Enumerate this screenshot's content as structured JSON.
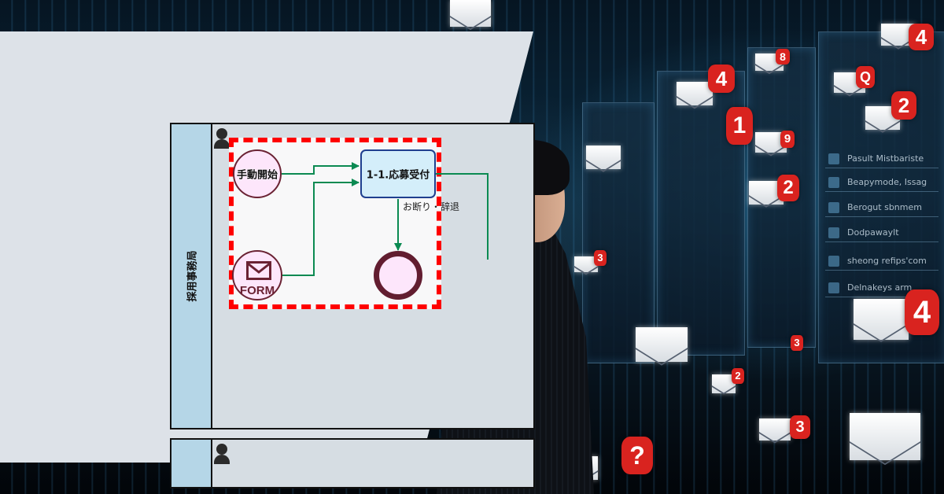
{
  "diagram": {
    "lanes": [
      {
        "label": "採用事務局",
        "actor_icon": "person-icon"
      },
      {
        "label": "",
        "actor_icon": "person-icon"
      }
    ],
    "nodes": {
      "manual_start": {
        "type": "start-event",
        "label": "手動開始"
      },
      "form_start": {
        "type": "message-start-event",
        "label": "FORM",
        "icon": "envelope-icon"
      },
      "task": {
        "type": "task",
        "label": "1-1.応募受付"
      },
      "end": {
        "type": "end-event",
        "label": ""
      }
    },
    "flows": [
      {
        "from": "manual_start",
        "to": "task",
        "label": ""
      },
      {
        "from": "form_start",
        "to": "task",
        "label": ""
      },
      {
        "from": "task",
        "to": "end",
        "label": "お断り・辞退"
      },
      {
        "from": "task",
        "to": "next-lane",
        "label": ""
      }
    ],
    "highlight": {
      "style": "red-dashed",
      "color": "#ff0000"
    }
  },
  "colors": {
    "panel_bg": "#dde2e8",
    "lane_label_bg": "#b5d6e7",
    "event_fill": "#fde6fb",
    "event_stroke": "#621d30",
    "task_fill": "#d4eefa",
    "task_stroke": "#1f3f8f",
    "flow_stroke": "#0b8a52"
  },
  "background_photo": {
    "subject": "man in suit looking at wall of holographic email inbox screens",
    "badge_counts": [
      "4",
      "8",
      "1",
      "2",
      "9",
      "2",
      "4",
      "3",
      "2",
      "3",
      "?"
    ]
  }
}
